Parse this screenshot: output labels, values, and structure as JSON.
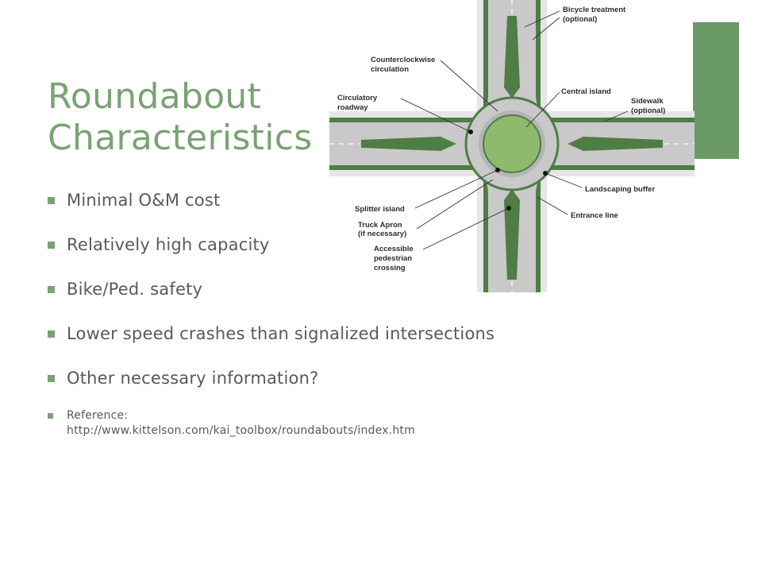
{
  "slide": {
    "title_line1": "Roundabout",
    "title_line2": "Characteristics",
    "accent_color": "#6a9a66",
    "title_color": "#7aa274",
    "bullets": [
      "Minimal O&M cost",
      "Relatively high capacity",
      "Bike/Ped. safety",
      "Lower speed crashes than signalized intersections",
      "Other necessary information?"
    ],
    "reference_label": "Reference:",
    "reference_url": "http://www.kittelson.com/kai_toolbox/roundabouts/index.htm"
  },
  "diagram": {
    "labels": {
      "bicycle_line1": "Bicycle treatment",
      "bicycle_line2": "(optional)",
      "ccw_line1": "Counterclockwise",
      "ccw_line2": "circulation",
      "circulatory_line1": "Circulatory",
      "circulatory_line2": "roadway",
      "central_island": "Central island",
      "sidewalk_line1": "Sidewalk",
      "sidewalk_line2": "(optional)",
      "landscaping": "Landscaping buffer",
      "splitter": "Splitter island",
      "apron_line1": "Truck Apron",
      "apron_line2": "(if necessary)",
      "entrance": "Entrance line",
      "crossing_line1": "Accessible",
      "crossing_line2": "pedestrian",
      "crossing_line3": "crossing"
    },
    "colors": {
      "pavement": "#c9c9c9",
      "landscape": "#4f7d45",
      "island": "#8fba6e",
      "sidewalk": "#e6e6e6"
    }
  }
}
